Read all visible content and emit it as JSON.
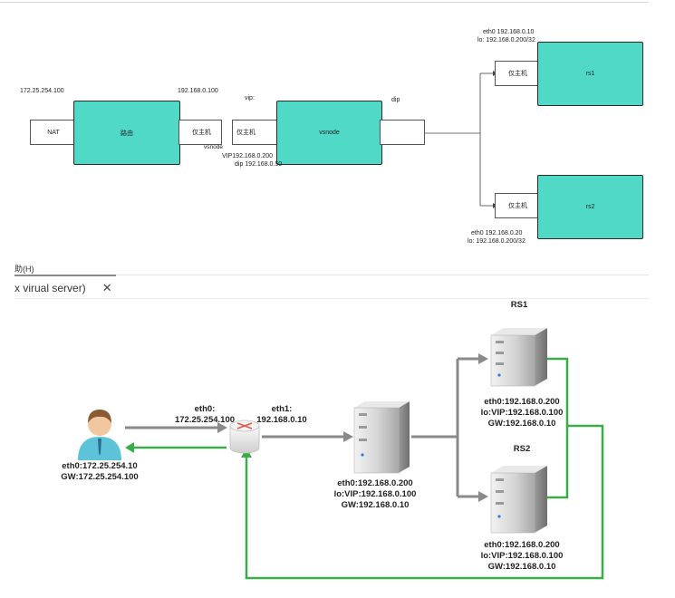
{
  "top_diagram": {
    "ip_left": "172.25.254.100",
    "nat_label": "NAT",
    "router_label": "路由",
    "ip_router_right": "192.168.0.100",
    "host_label_1": "仅主机",
    "vip_label": "vip:",
    "host_label_2": "仅主机",
    "vsnode_small": "vsnode",
    "vsnode_label": "vsnode",
    "dip_label": "dip",
    "vsnode_ips_1": "VIP192.168.0.200",
    "vsnode_ips_2": "dip 192.168.0.50",
    "rs1_ip_1": "eth0 192.168.0.10",
    "rs1_ip_2": "lo:  192.168.0.200/32",
    "rs1_host": "仅主机",
    "rs1_label": "rs1",
    "rs2_host": "仅主机",
    "rs2_label": "rs2",
    "rs2_ip_1": "eth0 192.168.0.20",
    "rs2_ip_2": "lo:  192.168.0.200/32",
    "node_color": "#4fd9c6"
  },
  "window": {
    "menu_partial": "助(H)",
    "tab_title": "x virual server)",
    "tab_close": "✕"
  },
  "bottom_diagram": {
    "client_ip": "eth0:172.25.254.10",
    "client_gw": "GW:172.25.254.100",
    "eth0_label": "eth0:",
    "eth0_ip": "172.25.254.100",
    "eth1_label": "eth1:",
    "eth1_ip": "192.168.0.10",
    "director_eth0": "eth0:192.168.0.200",
    "director_lo": "lo:VIP:192.168.0.100",
    "director_gw": "GW:192.168.0.10",
    "rs1_title": "RS1",
    "rs1_eth0": "eth0:192.168.0.200",
    "rs1_lo": "lo:VIP:192.168.0.100",
    "rs1_gw": "GW:192.168.0.10",
    "rs2_title": "RS2",
    "rs2_eth0": "eth0:192.168.0.200",
    "rs2_lo": "lo:VIP:192.168.0.100",
    "rs2_gw": "GW:192.168.0.10",
    "arrow_gray": "#8a8a8a",
    "arrow_green": "#3aad4a"
  }
}
